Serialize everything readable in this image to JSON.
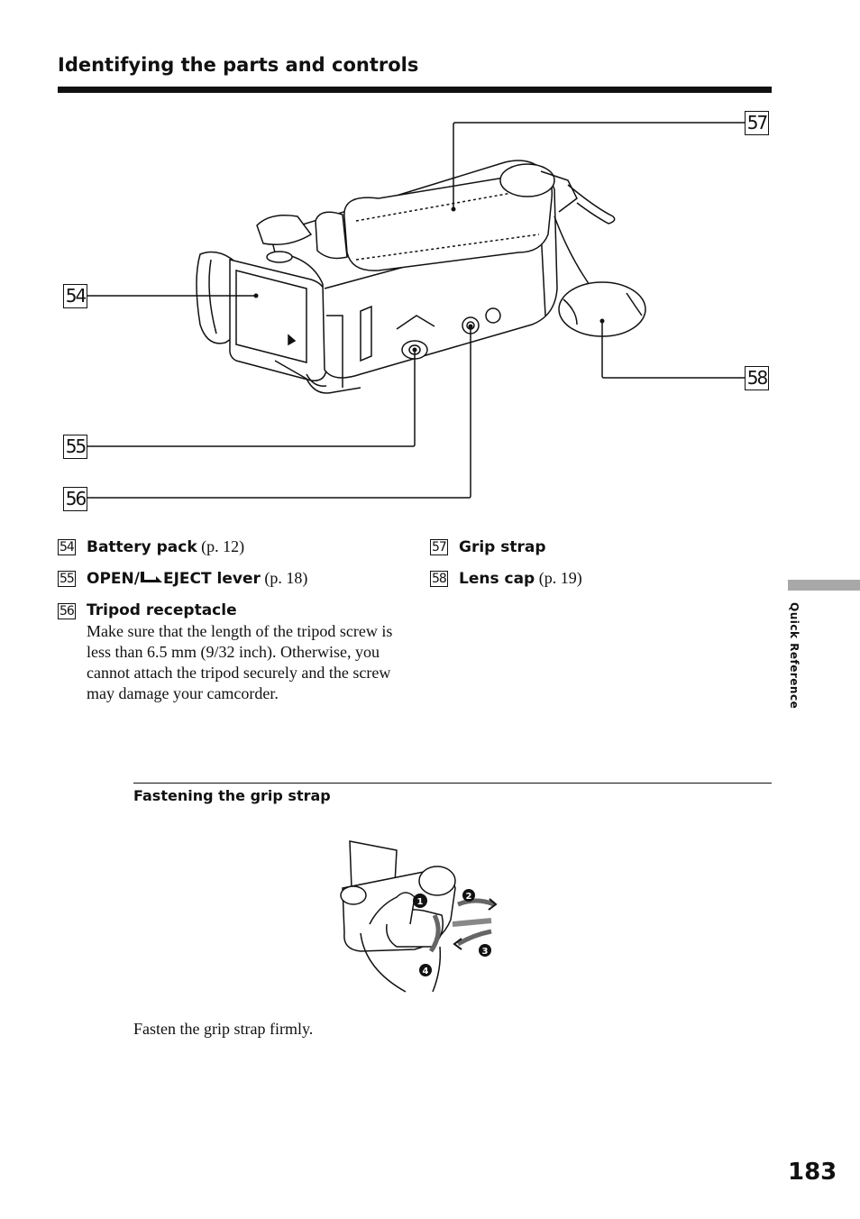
{
  "header": {
    "title": "Identifying the parts and controls"
  },
  "callouts": {
    "c54": "54",
    "c55": "55",
    "c56": "56",
    "c57": "57",
    "c58": "58"
  },
  "legend": {
    "items": [
      {
        "num": "54",
        "label": "Battery pack",
        "page": "(p. 12)"
      },
      {
        "num": "55",
        "label_a": "OPEN/",
        "label_b": "EJECT lever",
        "page": "(p. 18)"
      },
      {
        "num": "56",
        "label": "Tripod receptacle",
        "description": "Make sure that the length of the tripod screw is less than 6.5 mm (9/32 inch). Otherwise, you cannot attach the tripod securely and the screw may damage your camcorder."
      },
      {
        "num": "57",
        "label": "Grip strap",
        "page": ""
      },
      {
        "num": "58",
        "label": "Lens cap",
        "page": "(p. 19)"
      }
    ]
  },
  "subsection": {
    "title": "Fastening the grip strap",
    "steps": [
      "1",
      "2",
      "3",
      "4"
    ],
    "caption": "Fasten the grip strap firmly."
  },
  "sidebar": {
    "label": "Quick Reference"
  },
  "footer": {
    "page_number": "183"
  }
}
